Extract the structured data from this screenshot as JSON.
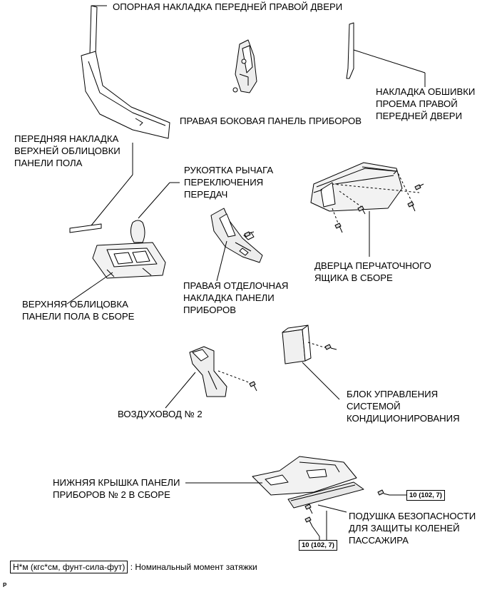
{
  "labels": {
    "front_right_door_pillar": "ОПОРНАЯ НАКЛАДКА ПЕРЕДНЕЙ ПРАВОЙ ДВЕРИ",
    "right_side_panel": "ПРАВАЯ БОКОВАЯ ПАНЕЛЬ ПРИБОРОВ",
    "door_opening_trim": "НАКЛАДКА ОБШИВКИ\nПРОЕМА ПРАВОЙ\nПЕРЕДНЕЙ ДВЕРИ",
    "front_console_upper_trim": "ПЕРЕДНЯЯ НАКЛАДКА\nВЕРХНЕЙ ОБЛИЦОВКИ\nПАНЕЛИ ПОЛА",
    "shift_lever_knob": "РУКОЯТКА РЫЧАГА\nПЕРЕКЛЮЧЕНИЯ\nПЕРЕДАЧ",
    "glove_box_door": "ДВЕРЦА ПЕРЧАТОЧНОГО\nЯЩИКА В СБОРЕ",
    "upper_console_panel": "ВЕРХНЯЯ ОБЛИЦОВКА\nПАНЕЛИ ПОЛА В СБОРЕ",
    "right_finish_panel": "ПРАВАЯ ОТДЕЛОЧНАЯ\nНАКЛАДКА ПАНЕЛИ\nПРИБОРОВ",
    "ac_control_unit": "БЛОК УПРАВЛЕНИЯ\nСИСТЕМОЙ\nКОНДИЦИОНИРОВАНИЯ",
    "air_duct_2": "ВОЗДУХОВОД № 2",
    "lower_instrument_cover_2": "НИЖНЯЯ КРЫШКА ПАНЕЛИ\nПРИБОРОВ № 2 В СБОРЕ",
    "knee_airbag": "ПОДУШКА БЕЗОПАСНОСТИ\nДЛЯ ЗАЩИТЫ КОЛЕНЕЙ\nПАССАЖИРА"
  },
  "torque": {
    "upper": "10 (102, 7)",
    "lower": "10 (102, 7)"
  },
  "legend": {
    "unit": "Н*м (кгс*см, фунт-сила-фут)",
    "description": ": Номинальный момент затяжки"
  },
  "figure_code": "P"
}
